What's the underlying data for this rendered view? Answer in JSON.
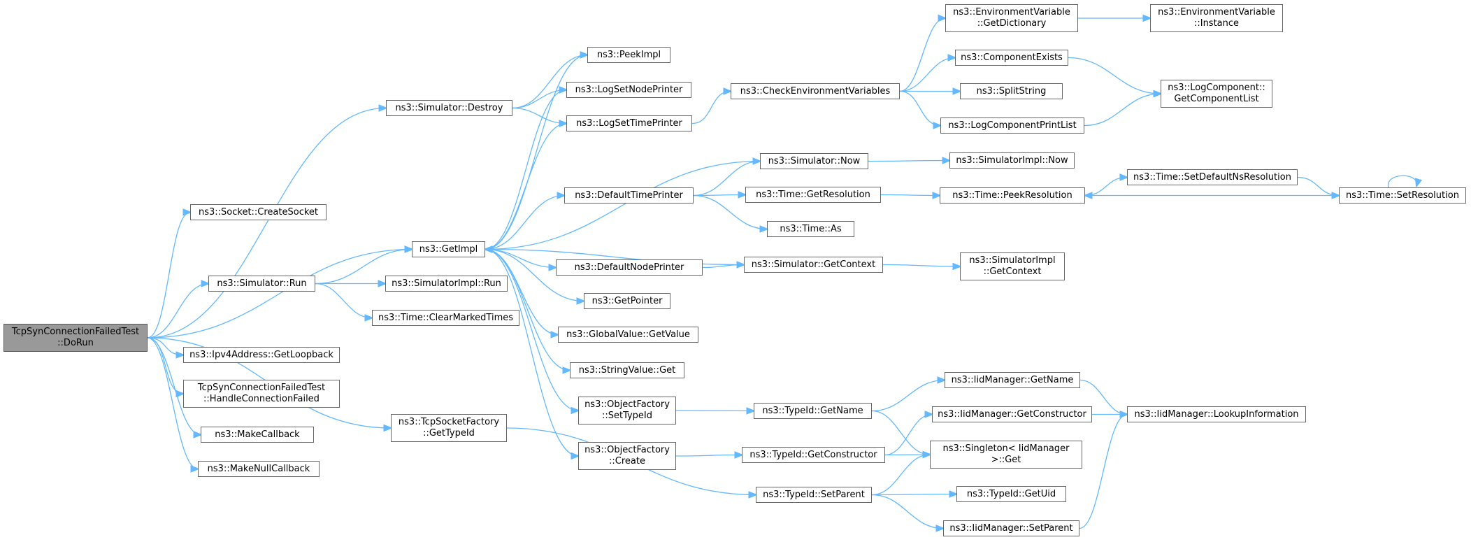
{
  "nodes": [
    {
      "id": "root",
      "lines": [
        "TcpSynConnectionFailedTest",
        "::DoRun"
      ]
    },
    {
      "id": "socket_createsocket",
      "lines": [
        "ns3::Socket::CreateSocket"
      ]
    },
    {
      "id": "simulator_destroy",
      "lines": [
        "ns3::Simulator::Destroy"
      ]
    },
    {
      "id": "simulator_run",
      "lines": [
        "ns3::Simulator::Run"
      ]
    },
    {
      "id": "ipv4_getloopback",
      "lines": [
        "ns3::Ipv4Address::GetLoopback"
      ]
    },
    {
      "id": "handle_connection_failed",
      "lines": [
        "TcpSynConnectionFailedTest",
        "::HandleConnectionFailed"
      ]
    },
    {
      "id": "makecallback",
      "lines": [
        "ns3::MakeCallback"
      ]
    },
    {
      "id": "makenullcallback",
      "lines": [
        "ns3::MakeNullCallback"
      ]
    },
    {
      "id": "getimpl",
      "lines": [
        "ns3::GetImpl"
      ]
    },
    {
      "id": "simimpl_run",
      "lines": [
        "ns3::SimulatorImpl::Run"
      ]
    },
    {
      "id": "time_clearmarkedtimes",
      "lines": [
        "ns3::Time::ClearMarkedTimes"
      ]
    },
    {
      "id": "tcpsocketfactory_gettypeid",
      "lines": [
        "ns3::TcpSocketFactory",
        "::GetTypeId"
      ]
    },
    {
      "id": "peekimpl",
      "lines": [
        "ns3::PeekImpl"
      ]
    },
    {
      "id": "logsetnodeprinter",
      "lines": [
        "ns3::LogSetNodePrinter"
      ]
    },
    {
      "id": "logsettimeprinter",
      "lines": [
        "ns3::LogSetTimePrinter"
      ]
    },
    {
      "id": "defaulttimeprinter",
      "lines": [
        "ns3::DefaultTimePrinter"
      ]
    },
    {
      "id": "defaultnodeprinter",
      "lines": [
        "ns3::DefaultNodePrinter"
      ]
    },
    {
      "id": "getpointer",
      "lines": [
        "ns3::GetPointer"
      ]
    },
    {
      "id": "globalvalue_getvalue",
      "lines": [
        "ns3::GlobalValue::GetValue"
      ]
    },
    {
      "id": "stringvalue_get",
      "lines": [
        "ns3::StringValue::Get"
      ]
    },
    {
      "id": "objectfactory_settypeid",
      "lines": [
        "ns3::ObjectFactory",
        "::SetTypeId"
      ]
    },
    {
      "id": "objectfactory_create",
      "lines": [
        "ns3::ObjectFactory",
        "::Create"
      ]
    },
    {
      "id": "checkenvvars",
      "lines": [
        "ns3::CheckEnvironmentVariables"
      ]
    },
    {
      "id": "simulator_now",
      "lines": [
        "ns3::Simulator::Now"
      ]
    },
    {
      "id": "time_getresolution",
      "lines": [
        "ns3::Time::GetResolution"
      ]
    },
    {
      "id": "time_as",
      "lines": [
        "ns3::Time::As"
      ]
    },
    {
      "id": "simulator_getcontext",
      "lines": [
        "ns3::Simulator::GetContext"
      ]
    },
    {
      "id": "typeid_getname",
      "lines": [
        "ns3::TypeId::GetName"
      ]
    },
    {
      "id": "typeid_getconstructor",
      "lines": [
        "ns3::TypeId::GetConstructor"
      ]
    },
    {
      "id": "typeid_setparent",
      "lines": [
        "ns3::TypeId::SetParent"
      ]
    },
    {
      "id": "envvar_getdictionary",
      "lines": [
        "ns3::EnvironmentVariable",
        "::GetDictionary"
      ]
    },
    {
      "id": "componentexists",
      "lines": [
        "ns3::ComponentExists"
      ]
    },
    {
      "id": "splitstring",
      "lines": [
        "ns3::SplitString"
      ]
    },
    {
      "id": "logcomponentprintlist",
      "lines": [
        "ns3::LogComponentPrintList"
      ]
    },
    {
      "id": "simimpl_now",
      "lines": [
        "ns3::SimulatorImpl::Now"
      ]
    },
    {
      "id": "time_peekresolution",
      "lines": [
        "ns3::Time::PeekResolution"
      ]
    },
    {
      "id": "simimpl_getcontext",
      "lines": [
        "ns3::SimulatorImpl",
        "::GetContext"
      ]
    },
    {
      "id": "iidmanager_getname",
      "lines": [
        "ns3::IidManager::GetName"
      ]
    },
    {
      "id": "iidmanager_getconstructor",
      "lines": [
        "ns3::IidManager::GetConstructor"
      ]
    },
    {
      "id": "singleton_get",
      "lines": [
        "ns3::Singleton< IidManager",
        ">::Get"
      ]
    },
    {
      "id": "typeid_getuid",
      "lines": [
        "ns3::TypeId::GetUid"
      ]
    },
    {
      "id": "iidmanager_setparent",
      "lines": [
        "ns3::IidManager::SetParent"
      ]
    },
    {
      "id": "envvar_instance",
      "lines": [
        "ns3::EnvironmentVariable",
        "::Instance"
      ]
    },
    {
      "id": "logcomponent_getcomponentlist",
      "lines": [
        "ns3::LogComponent::",
        "GetComponentList"
      ]
    },
    {
      "id": "time_setdefaultnsresolution",
      "lines": [
        "ns3::Time::SetDefaultNsResolution"
      ]
    },
    {
      "id": "time_setresolution",
      "lines": [
        "ns3::Time::SetResolution"
      ]
    },
    {
      "id": "iidmanager_lookupinformation",
      "lines": [
        "ns3::IidManager::LookupInformation"
      ]
    }
  ],
  "edges": [
    [
      "root",
      "socket_createsocket"
    ],
    [
      "root",
      "simulator_destroy"
    ],
    [
      "root",
      "getimpl"
    ],
    [
      "root",
      "simulator_run"
    ],
    [
      "root",
      "ipv4_getloopback"
    ],
    [
      "root",
      "handle_connection_failed"
    ],
    [
      "root",
      "makecallback"
    ],
    [
      "root",
      "makenullcallback"
    ],
    [
      "root",
      "tcpsocketfactory_gettypeid"
    ],
    [
      "simulator_destroy",
      "peekimpl"
    ],
    [
      "simulator_destroy",
      "logsetnodeprinter"
    ],
    [
      "simulator_destroy",
      "logsettimeprinter"
    ],
    [
      "simulator_run",
      "getimpl"
    ],
    [
      "simulator_run",
      "simimpl_run"
    ],
    [
      "simulator_run",
      "time_clearmarkedtimes"
    ],
    [
      "getimpl",
      "peekimpl"
    ],
    [
      "getimpl",
      "logsetnodeprinter"
    ],
    [
      "getimpl",
      "logsettimeprinter"
    ],
    [
      "getimpl",
      "defaulttimeprinter"
    ],
    [
      "getimpl",
      "defaultnodeprinter"
    ],
    [
      "getimpl",
      "getpointer"
    ],
    [
      "getimpl",
      "globalvalue_getvalue"
    ],
    [
      "getimpl",
      "stringvalue_get"
    ],
    [
      "getimpl",
      "objectfactory_settypeid"
    ],
    [
      "getimpl",
      "objectfactory_create"
    ],
    [
      "tcpsocketfactory_gettypeid",
      "typeid_setparent"
    ],
    [
      "logsettimeprinter",
      "checkenvvars"
    ],
    [
      "checkenvvars",
      "envvar_getdictionary"
    ],
    [
      "checkenvvars",
      "componentexists"
    ],
    [
      "checkenvvars",
      "splitstring"
    ],
    [
      "checkenvvars",
      "logcomponentprintlist"
    ],
    [
      "envvar_getdictionary",
      "envvar_instance"
    ],
    [
      "componentexists",
      "logcomponent_getcomponentlist"
    ],
    [
      "logcomponentprintlist",
      "logcomponent_getcomponentlist"
    ],
    [
      "simulator_now",
      "getimpl"
    ],
    [
      "simulator_now",
      "simimpl_now"
    ],
    [
      "defaulttimeprinter",
      "simulator_now"
    ],
    [
      "defaulttimeprinter",
      "time_getresolution"
    ],
    [
      "defaulttimeprinter",
      "time_as"
    ],
    [
      "time_getresolution",
      "time_peekresolution"
    ],
    [
      "time_peekresolution",
      "time_setdefaultnsresolution"
    ],
    [
      "time_setdefaultnsresolution",
      "time_setresolution"
    ],
    [
      "time_setresolution",
      "time_setresolution"
    ],
    [
      "time_setresolution",
      "time_peekresolution"
    ],
    [
      "defaultnodeprinter",
      "simulator_getcontext"
    ],
    [
      "simulator_getcontext",
      "getimpl"
    ],
    [
      "simulator_getcontext",
      "simimpl_getcontext"
    ],
    [
      "objectfactory_settypeid",
      "typeid_getname"
    ],
    [
      "objectfactory_create",
      "typeid_getconstructor"
    ],
    [
      "typeid_getname",
      "iidmanager_getname"
    ],
    [
      "typeid_getname",
      "singleton_get"
    ],
    [
      "typeid_getconstructor",
      "iidmanager_getconstructor"
    ],
    [
      "typeid_getconstructor",
      "singleton_get"
    ],
    [
      "typeid_setparent",
      "singleton_get"
    ],
    [
      "typeid_setparent",
      "typeid_getuid"
    ],
    [
      "typeid_setparent",
      "iidmanager_setparent"
    ],
    [
      "iidmanager_getname",
      "iidmanager_lookupinformation"
    ],
    [
      "iidmanager_getconstructor",
      "iidmanager_lookupinformation"
    ],
    [
      "iidmanager_setparent",
      "iidmanager_lookupinformation"
    ]
  ],
  "colors": {
    "edge": "#63b8ff",
    "node_border": "#666666",
    "node_fill": "#ffffff",
    "root_fill": "#999999"
  }
}
